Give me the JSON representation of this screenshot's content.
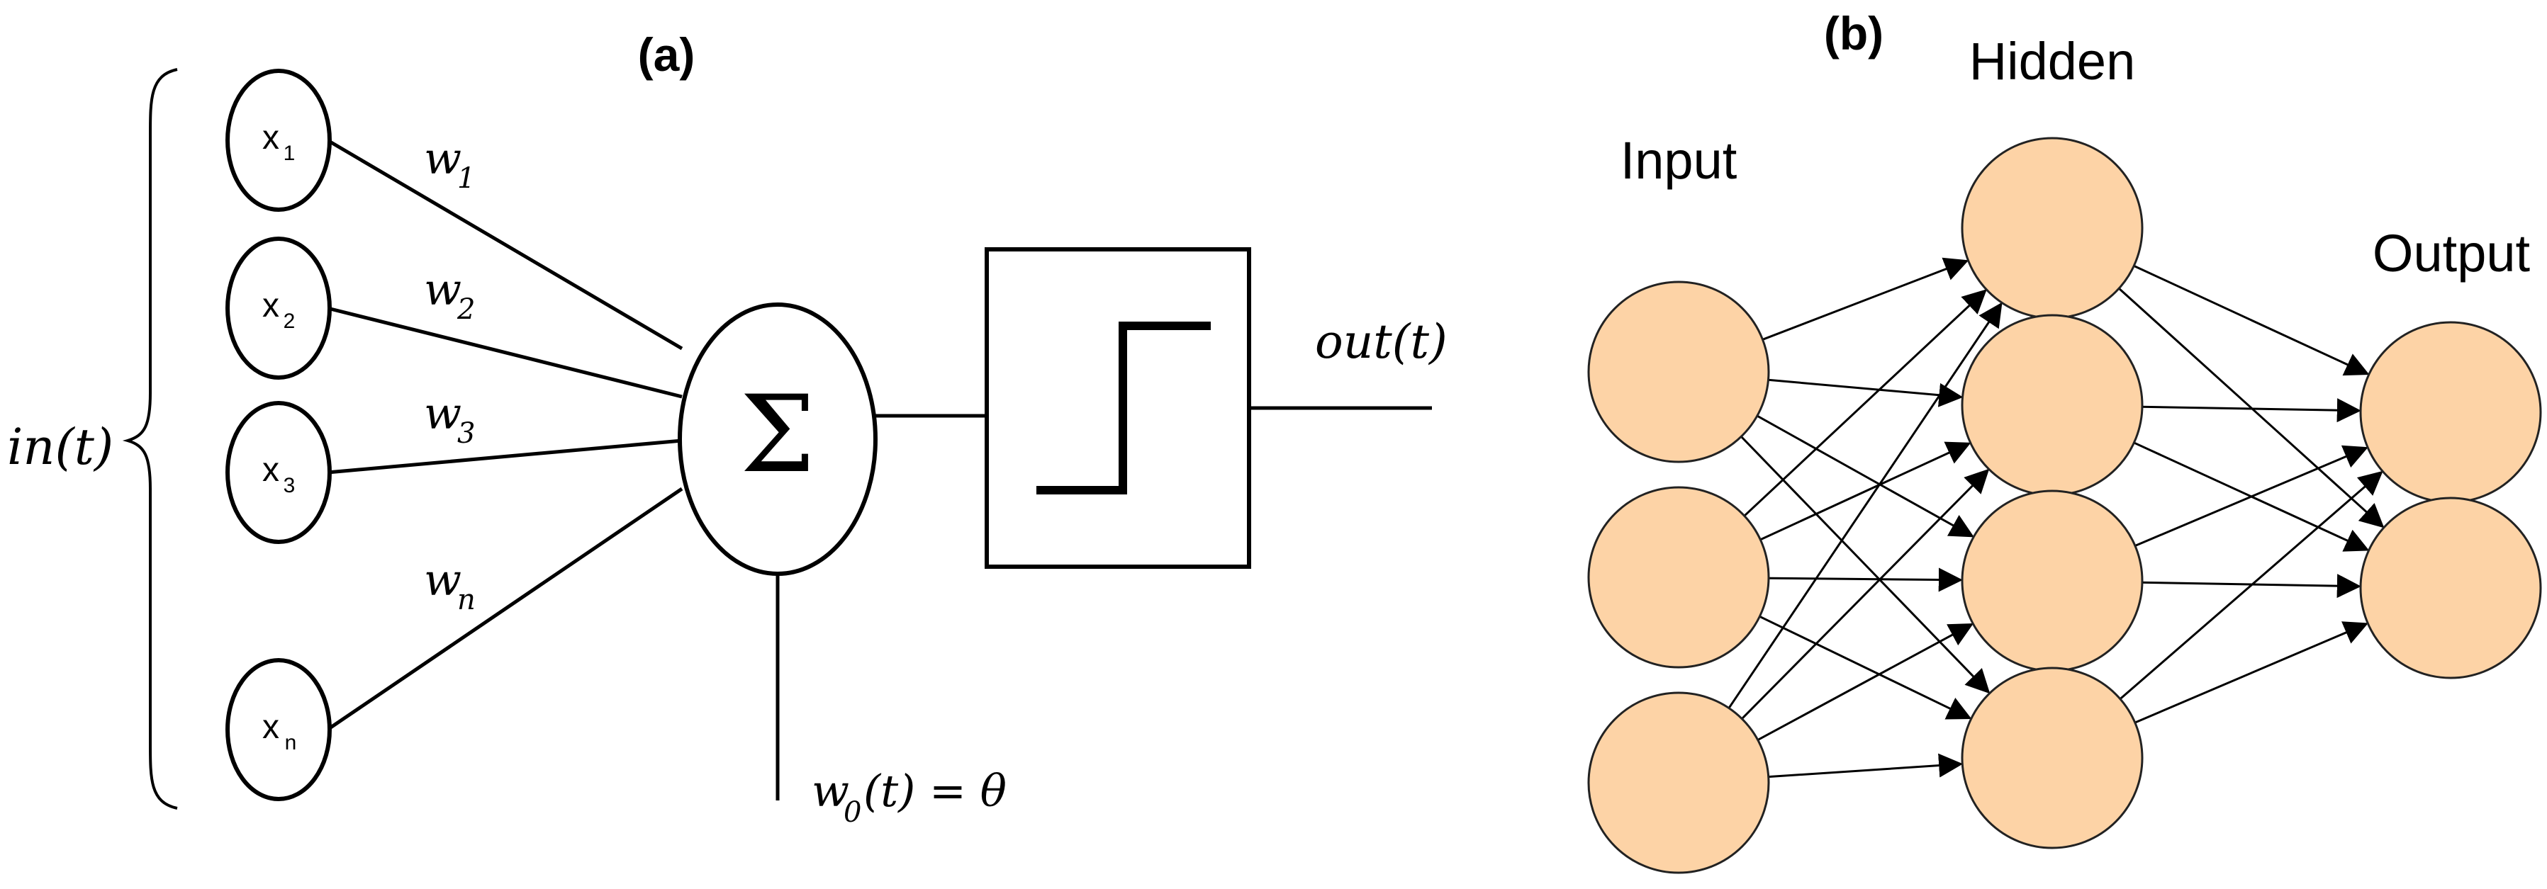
{
  "panel_a": {
    "label": "(a)",
    "in_label": "in(t)",
    "inputs": [
      {
        "base": "x",
        "sub": "1"
      },
      {
        "base": "x",
        "sub": "2"
      },
      {
        "base": "x",
        "sub": "3"
      },
      {
        "base": "x",
        "sub": "n"
      }
    ],
    "weights": [
      {
        "base": "w",
        "sub": "1"
      },
      {
        "base": "w",
        "sub": "2"
      },
      {
        "base": "w",
        "sub": "3"
      },
      {
        "base": "w",
        "sub": "n"
      }
    ],
    "sum_symbol": "Σ",
    "out_label": "out(t)",
    "bias": {
      "base": "w",
      "sub": "0",
      "rest": "(t) = θ"
    }
  },
  "panel_b": {
    "label": "(b)",
    "layers": [
      {
        "name": "Input",
        "count": 3
      },
      {
        "name": "Hidden",
        "count": 4
      },
      {
        "name": "Output",
        "count": 2
      }
    ],
    "node_fill": "#fdd3a6",
    "node_stroke": "#222222"
  }
}
